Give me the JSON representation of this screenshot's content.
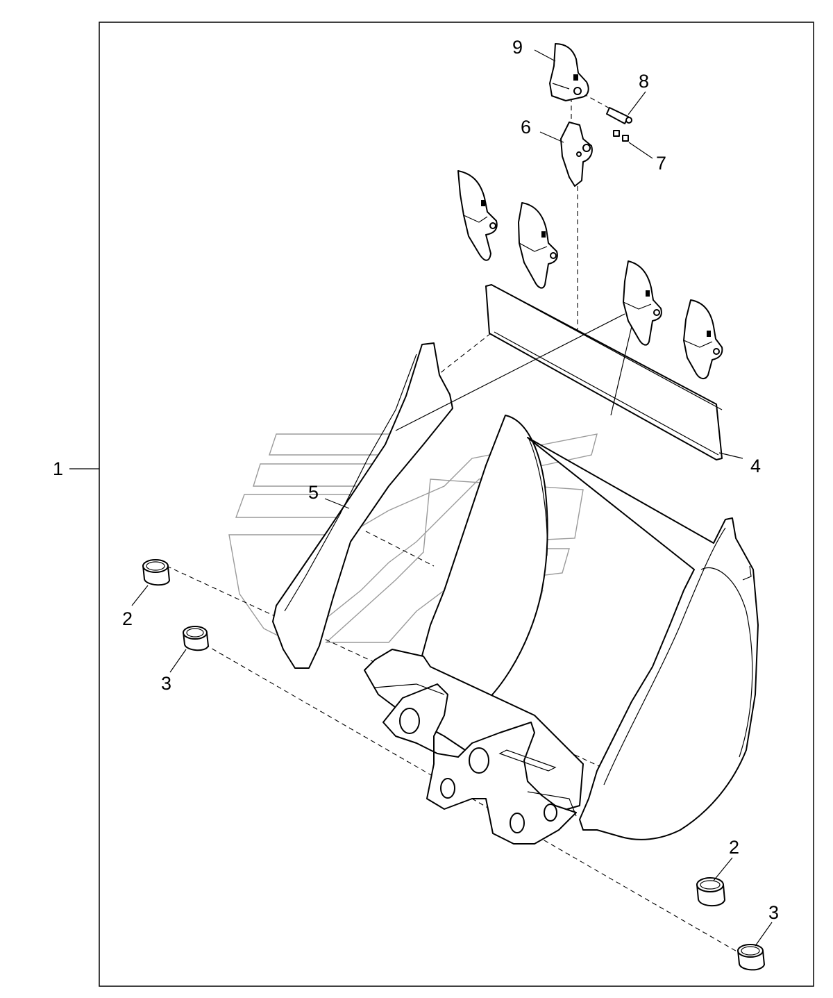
{
  "callouts": {
    "c1": "1",
    "c2a": "2",
    "c2b": "2",
    "c3a": "3",
    "c3b": "3",
    "c4": "4",
    "c5": "5",
    "c6": "6",
    "c7": "7",
    "c8": "8",
    "c9": "9"
  }
}
